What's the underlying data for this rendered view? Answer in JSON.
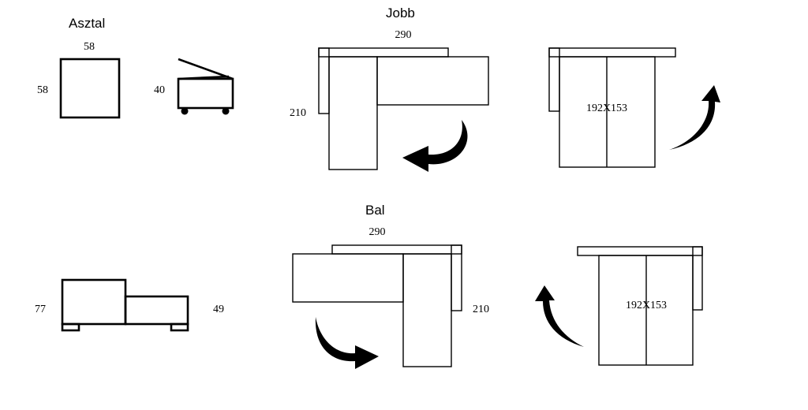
{
  "table": {
    "title": "Asztal",
    "top_width": "58",
    "top_depth": "58",
    "height": "40"
  },
  "right_variant": {
    "title": "Jobb",
    "width": "290",
    "depth": "210",
    "bed_size": "192X153"
  },
  "left_variant": {
    "title": "Bal",
    "width": "290",
    "depth": "210",
    "bed_size": "192X153"
  },
  "side_view": {
    "back_height": "77",
    "seat_height": "49"
  },
  "icons": {
    "curved_arrow": "curved-arrow-icon"
  }
}
